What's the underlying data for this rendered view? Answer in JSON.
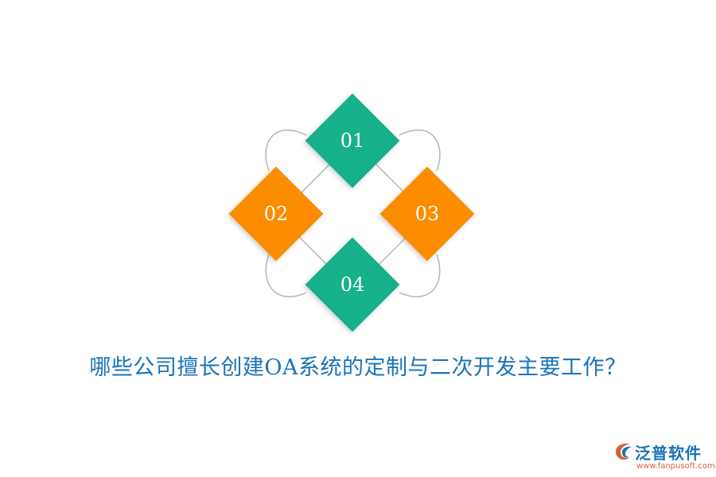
{
  "diagram": {
    "items": [
      {
        "label": "01",
        "color": "#18b089"
      },
      {
        "label": "02",
        "color": "#fb8c00"
      },
      {
        "label": "03",
        "color": "#fb8c00"
      },
      {
        "label": "04",
        "color": "#18b089"
      }
    ],
    "connector_color": "#b5b5b5"
  },
  "headline": {
    "text": "哪些公司擅长创建OA系统的定制与二次开发主要工作？",
    "color": "#1a73b8"
  },
  "logo": {
    "name": "泛普软件",
    "url": "www.fanpusoft.com",
    "icon": "fanpu-logo-icon"
  }
}
